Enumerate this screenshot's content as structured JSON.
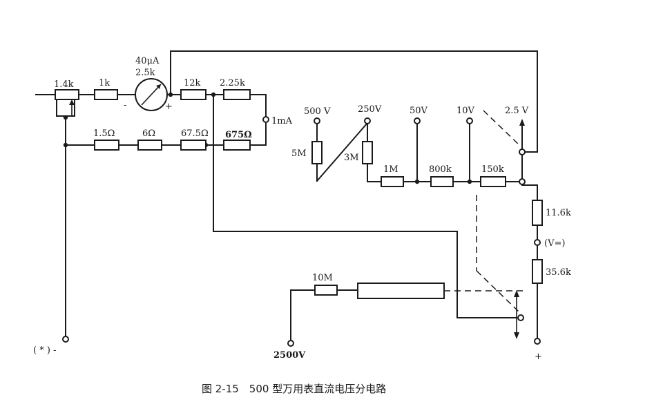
{
  "labels": {
    "r_1_4k": "1.4k",
    "r_1k": "1k",
    "meter_current": "40μA",
    "meter_res": "2.5k",
    "r_12k": "12k",
    "r_2_25k": "2.25k",
    "out_1ma": "1mA",
    "r_1_5": "1.5Ω",
    "r_6": "6Ω",
    "r_67_5": "67.5Ω",
    "r_675": "675Ω",
    "t_500v": "500 V",
    "t_250v": "250V",
    "t_50v": "50V",
    "t_10v": "10V",
    "t_2_5v": "2.5 V",
    "r_5m": "5M",
    "r_3m": "3M",
    "r_1m": "1M",
    "r_800k": "800k",
    "r_150k": "150k",
    "r_11_6k": "11.6k",
    "v_dc": "(V=)",
    "r_35_6k": "35.6k",
    "r_10m": "10M",
    "t_2500v": "2500V",
    "t_neg": "( * ) -",
    "t_pos": "+",
    "meter_minus": "-",
    "meter_plus": "+"
  },
  "caption": "图 2-15　500 型万用表直流电压分电路"
}
